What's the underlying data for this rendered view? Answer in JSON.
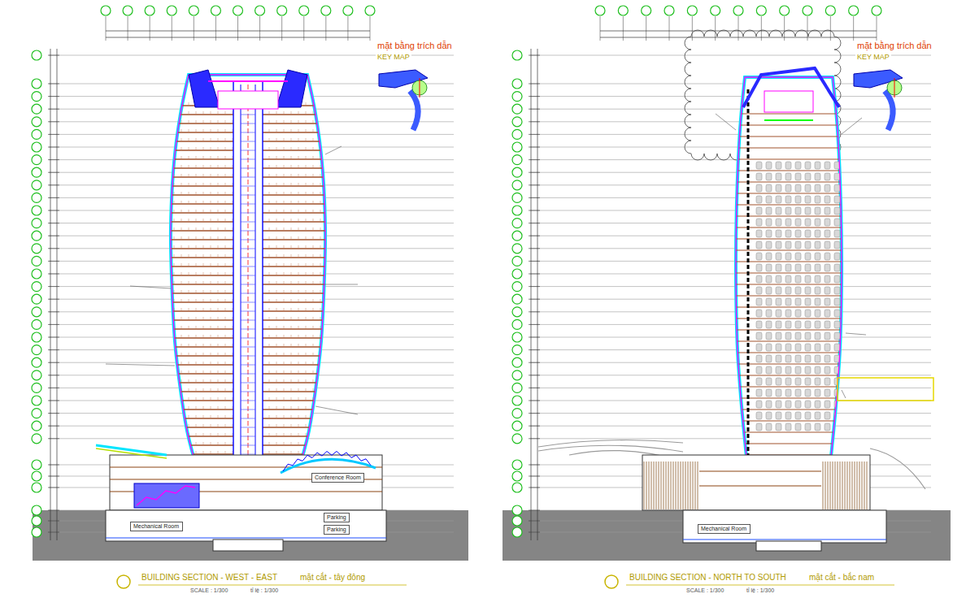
{
  "diagram": {
    "nodes": [
      {
        "text": [
          "Conference Room"
        ]
      },
      {
        "text": [
          "Parking"
        ]
      },
      {
        "text": [
          "Parking"
        ]
      },
      {
        "text": [
          "Mechanical Room"
        ]
      },
      {
        "text": [
          "Mechanical Room"
        ]
      }
    ],
    "labels": [
      "mặt bằng trích dẫn",
      "KEY MAP",
      "mặt bằng trích dẫn",
      "KEY MAP",
      "BUILDING SECTION - WEST - EAST",
      "mặt cắt - tây đông",
      "SCALE : 1/300",
      "tỉ lệ : 1/300",
      "BUILDING SECTION - NORTH TO SOUTH",
      "mặt cắt - bắc nam",
      "SCALE : 1/300",
      "tỉ lệ : 1/300"
    ]
  }
}
